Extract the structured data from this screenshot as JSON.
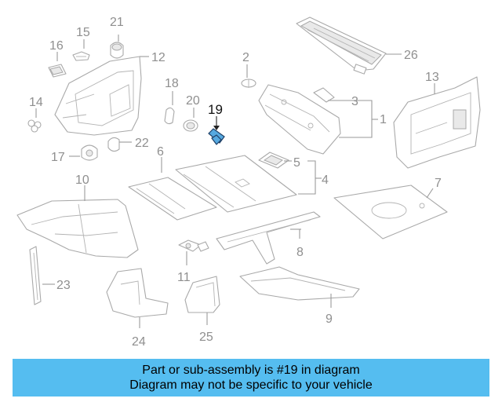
{
  "diagram": {
    "highlight_color": "#56a9e0",
    "line_color": "#a9a9a9",
    "highlighted_callout": "19",
    "callouts": {
      "c1": "1",
      "c2": "2",
      "c3": "3",
      "c4": "4",
      "c5": "5",
      "c6": "6",
      "c7": "7",
      "c8": "8",
      "c9": "9",
      "c10": "10",
      "c11": "11",
      "c12": "12",
      "c13": "13",
      "c14": "14",
      "c15": "15",
      "c16": "16",
      "c17": "17",
      "c18": "18",
      "c19": "19",
      "c20": "20",
      "c21": "21",
      "c22": "22",
      "c23": "23",
      "c24": "24",
      "c25": "25",
      "c26": "26"
    }
  },
  "caption": {
    "background": "#55bdf0",
    "line1": "Part or sub-assembly is #19 in diagram",
    "line2": "Diagram may not be specific to your vehicle"
  }
}
